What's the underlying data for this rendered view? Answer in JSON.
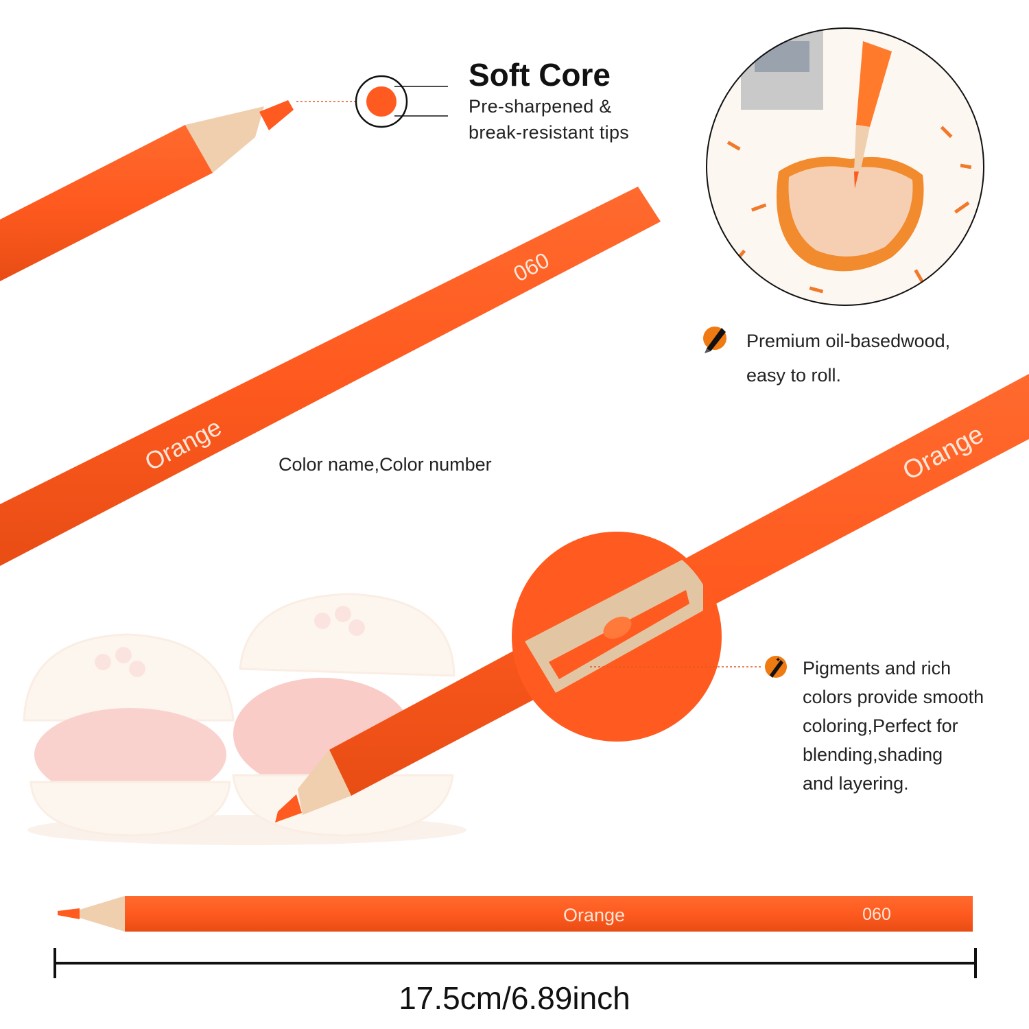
{
  "soft_core": {
    "title": "Soft Core",
    "line1": "Pre-sharpened &",
    "line2": "break-resistant tips"
  },
  "features": {
    "wood": {
      "line1": "Premium oil-basedwood,",
      "line2": "easy to roll.",
      "icon": "pencil-icon"
    },
    "pigment": {
      "lines": [
        "Pigments and rich",
        "colors provide smooth",
        "coloring,Perfect for",
        "blending,shading",
        "and layering."
      ],
      "icon": "sparkle-pencil-icon"
    }
  },
  "pencil_label": {
    "color_name": "Orange",
    "color_number": "060"
  },
  "caption": "Color name,Color number",
  "measurement": "17.5cm/6.89inch",
  "colors": {
    "pencil": "#ff5a1f",
    "pencil_dark": "#e84a12",
    "wood": "#efcfae",
    "accent": "#f07a12"
  }
}
